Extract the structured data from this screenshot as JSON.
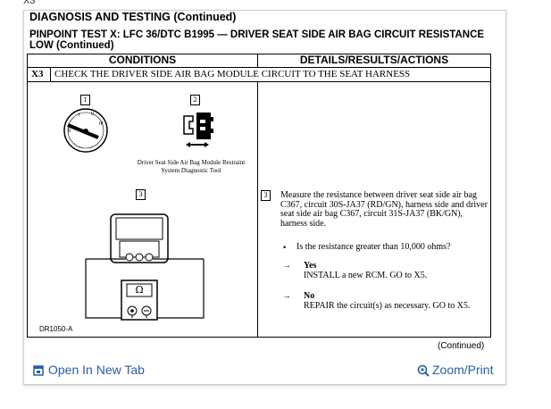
{
  "frame_label": "X3",
  "heading": "DIAGNOSIS AND TESTING (Continued)",
  "subheading": "PINPOINT TEST X: LFC 36/DTC B1995 — DRIVER SEAT SIDE AIR BAG CIRCUIT RESISTANCE LOW (Continued)",
  "table": {
    "col_conditions": "CONDITIONS",
    "col_details": "DETAILS/RESULTS/ACTIONS",
    "step_num": "X3",
    "step_text": "CHECK THE DRIVER SIDE AIR BAG MODULE CIRCUIT TO THE SEAT HARNESS",
    "fig_labels": [
      "1",
      "2",
      "3"
    ],
    "caption": "Driver Seat Side Air Bag Module Restraint System Diagnostic Tool",
    "ohm_symbol": "Ω",
    "detail_step": "3",
    "detail_text": "Measure the resistance between driver seat side air bag C367, circuit 30S-JA37 (RD/GN), harness side and driver seat side air bag C367, circuit 31S-JA37 (BK/GN), harness side.",
    "question": "Is the resistance greater than 10,000 ohms?",
    "yes_label": "Yes",
    "yes_action": "INSTALL a new RCM. GO to X5.",
    "no_label": "No",
    "no_action": "REPAIR the circuit(s) as necessary. GO to X5.",
    "figure_code": "DR1050-A",
    "continued": "(Continued)"
  },
  "footer": {
    "open_tab": "Open In New Tab",
    "zoom": "Zoom/Print"
  },
  "icons": [
    "open-in-new-tab-icon",
    "zoom-icon"
  ]
}
